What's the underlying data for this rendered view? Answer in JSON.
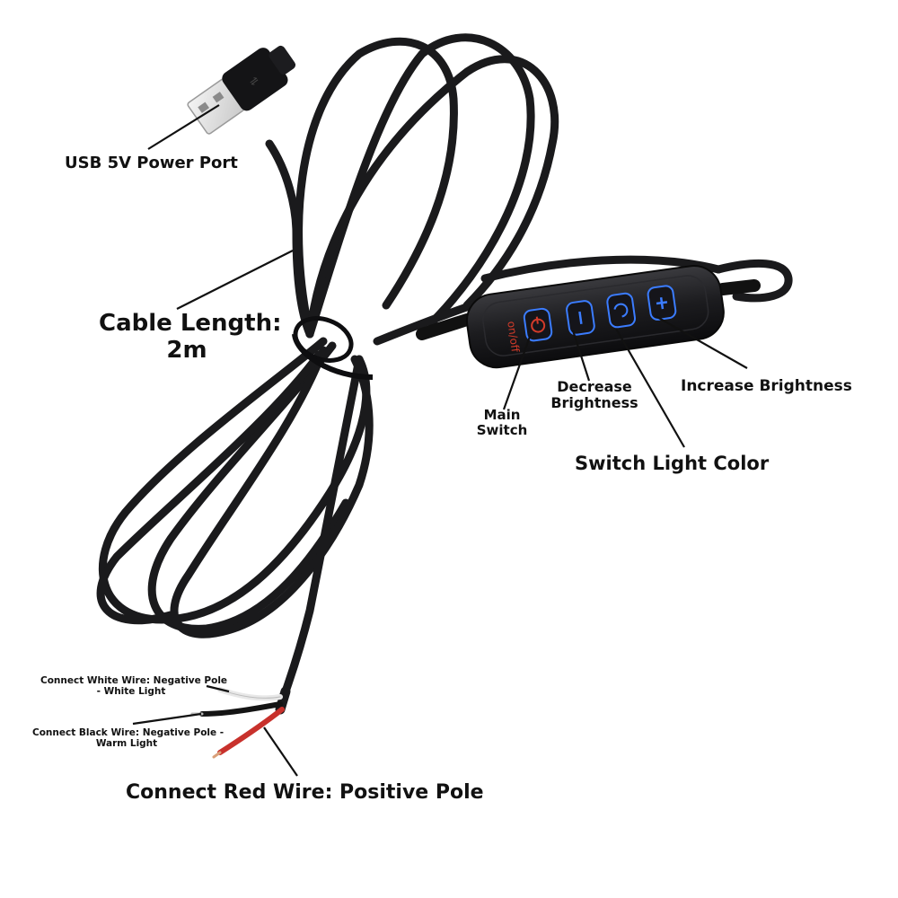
{
  "labels": {
    "usb_port": "USB 5V Power Port",
    "cable_length": "Cable Length:",
    "cable_length_value": "2m",
    "main_switch_1": "Main",
    "main_switch_2": "Switch",
    "decrease_1": "Decrease",
    "decrease_2": "Brightness",
    "increase": "Increase Brightness",
    "switch_color": "Switch Light Color",
    "white_wire_1": "Connect White Wire: Negative Pole",
    "white_wire_2": "- White Light",
    "black_wire_1": "Connect Black Wire: Negative Pole -",
    "black_wire_2": "Warm Light",
    "red_wire": "Connect Red Wire: Positive Pole"
  },
  "controller": {
    "power_text": "on/off"
  },
  "colors": {
    "cable": "#1a1a1c",
    "button_glow": "#3b7cff",
    "power_text": "#d23b2a",
    "wire_red": "#c8312c",
    "wire_white": "#e8e8e8"
  }
}
